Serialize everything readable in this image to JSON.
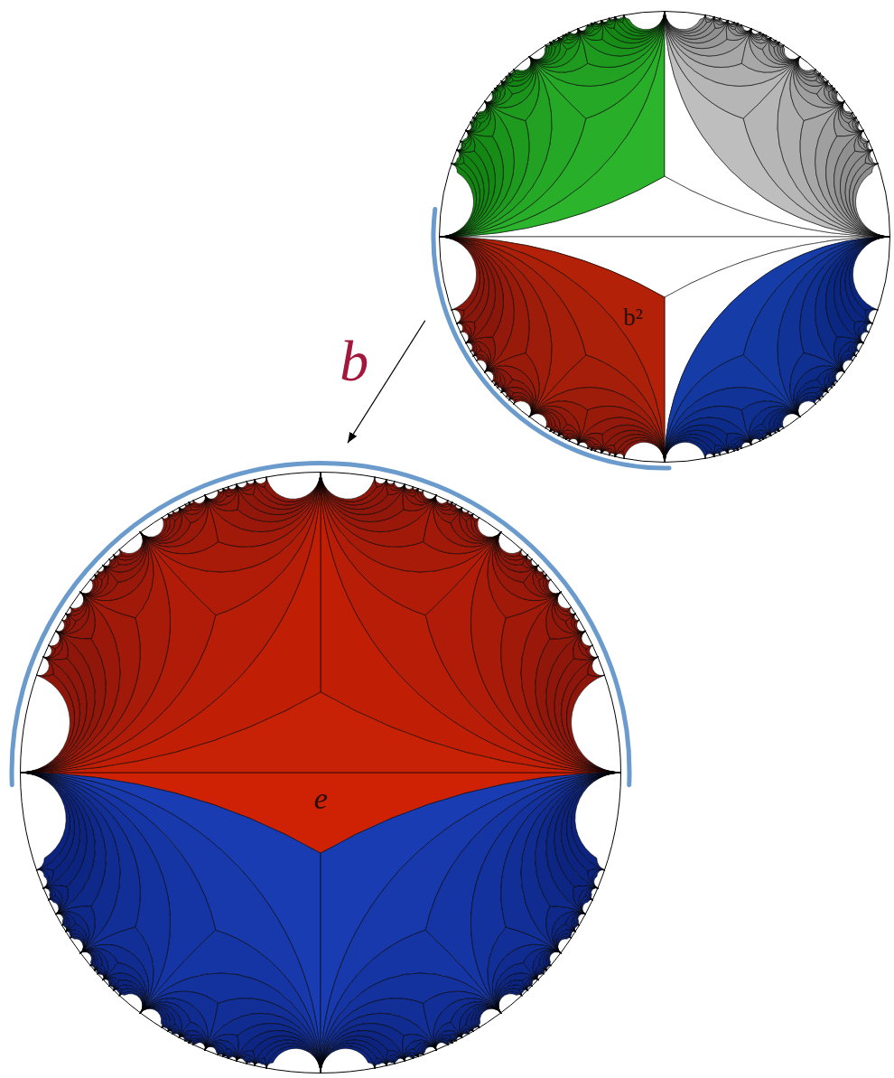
{
  "diagram": {
    "nodes": [
      {
        "text": [
          "b²"
        ]
      },
      {
        "text": [
          "e"
        ]
      }
    ],
    "edges": [
      {
        "from": 0,
        "to": 1,
        "arrow": "to",
        "label": "b"
      }
    ]
  }
}
